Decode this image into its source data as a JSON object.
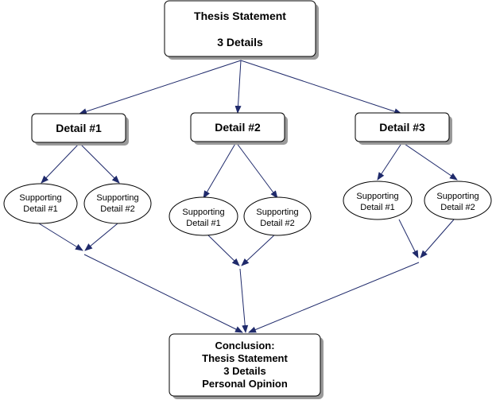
{
  "thesis": {
    "title": "Thesis Statement",
    "subtitle": "3 Details"
  },
  "details": [
    {
      "label": "Detail #1",
      "supporting": [
        "Supporting Detail #1",
        "Supporting Detail #2"
      ]
    },
    {
      "label": "Detail #2",
      "supporting": [
        "Supporting Detail #1",
        "Supporting Detail #2"
      ]
    },
    {
      "label": "Detail #3",
      "supporting": [
        "Supporting Detail #1",
        "Supporting Detail #2"
      ]
    }
  ],
  "conclusion": {
    "heading": "Conclusion:",
    "line1": "Thesis Statement",
    "line2": "3 Details",
    "line3": "Personal Opinion"
  },
  "colors": {
    "arrow": "#1f2a6b",
    "box_fill": "#ffffff",
    "shadow": "#9a9a9a",
    "stroke": "#000000"
  }
}
